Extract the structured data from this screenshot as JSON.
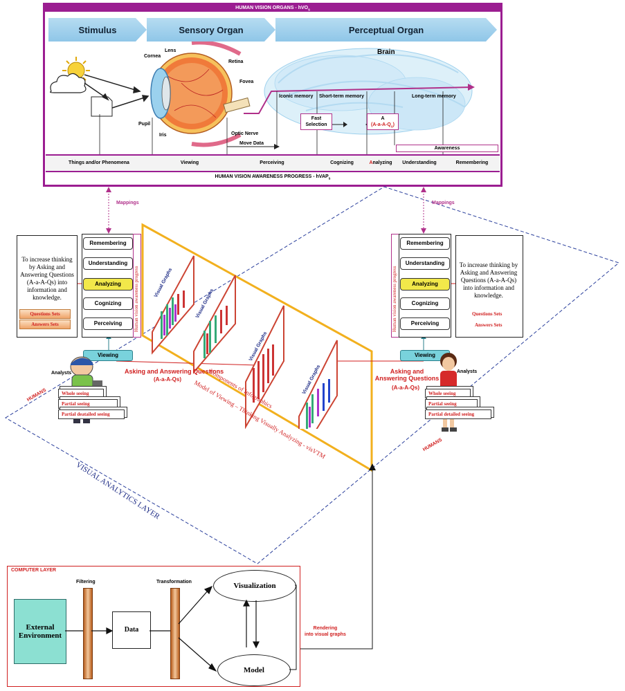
{
  "top_panel": {
    "title": "HUMAN VISION ORGANS - hVO",
    "title_sub": "s",
    "stages": [
      "Stimulus",
      "Sensory Organ",
      "Perceptual Organ"
    ],
    "brain_label": "Brain",
    "eye_labels": {
      "cornea": "Cornea",
      "lens": "Lens",
      "retina": "Retina",
      "fovea": "Fovea",
      "pupil": "Pupil",
      "iris": "Iris",
      "optic_nerve": "Optic Nerve"
    },
    "move_data": "Move Data",
    "memory": {
      "iconic": "Iconic memory",
      "short": "Short-term memory",
      "long": "Long-term memory"
    },
    "fast_selection": "Fast\nSelection",
    "a_box_top": "A",
    "a_box_bottom": "(A-a-A-Q",
    "a_box_sub": "s",
    "a_box_close": ")",
    "awareness": "Awareness",
    "progress_steps": [
      "Things and/or Phenomena",
      "Viewing",
      "Perceiving",
      "Cognizing",
      "Analyzing",
      "Understanding",
      "Remembering"
    ],
    "analyzing_first_letter": "A",
    "analyzing_rest": "nalyzing",
    "footer": "HUMAN VISION AWARENESS PROGRESS - hVAP",
    "footer_sub": "s"
  },
  "mappings": "Mappings",
  "left_side": {
    "stages": [
      "Remembering",
      "Understanding",
      "Analyzing",
      "Cognizing",
      "Perceiving"
    ],
    "vertical_label": "Human vision awareness progress",
    "description": "To increase thinking by Asking and Answering Questions (A-a-A-Qs) into information and knowledge.",
    "questions_sets": "Questions Sets",
    "answers_sets": "Answers Sets",
    "viewing": "Viewing",
    "analysts": "Analysts",
    "humans": "HUMANS",
    "qa_label": "Asking and Answering Questions",
    "qa_sub": "(A-a-A-Qs)",
    "seeing": [
      "Whole seeing",
      "Partial seeing",
      "Partial deatailed seeing"
    ]
  },
  "right_side": {
    "stages": [
      "Remembering",
      "Understanding",
      "Analyzing",
      "Cognizing",
      "Perceiving"
    ],
    "vertical_label": "Human vision awareness progress",
    "description": "To increase thinking by Asking and Answering Questions (A-a-A-Qs) into information and knowledge.",
    "questions_sets": "Questions Sets",
    "answers_sets": "Answers Sets",
    "viewing": "Viewing",
    "analysts": "Analysts",
    "humans": "HUMANS",
    "qa_label": "Asking and Answering Questions",
    "qa_sub": "(A-a-A-Qs)",
    "seeing": [
      "Whole seeing",
      "Partial seeing",
      "Partial detailed seeing"
    ]
  },
  "center": {
    "visual_graphs": "Visual Graphs",
    "components": "Components of Infographics",
    "model": "Model of Viewing – Thinking Visually Analyzing - visVTM"
  },
  "visual_analytics_layer": "VISUAL ANALYTICS LAYER",
  "computer_layer": {
    "title": "COMPUTER LAYER",
    "external": "External\nEnvironment",
    "filtering": "Filtering",
    "data": "Data",
    "transformation": "Transformation",
    "visualization": "Visualization",
    "model": "Model",
    "rendering": "Rendering\ninto visual graphs"
  },
  "colors": {
    "purple_frame": "#9b1d91",
    "gold": "#f2b01e",
    "dashed_navy": "#2a3f9c",
    "highlight": "#f2e84a",
    "teal": "#79d2dc",
    "aqua_box": "#8ce0d2"
  }
}
